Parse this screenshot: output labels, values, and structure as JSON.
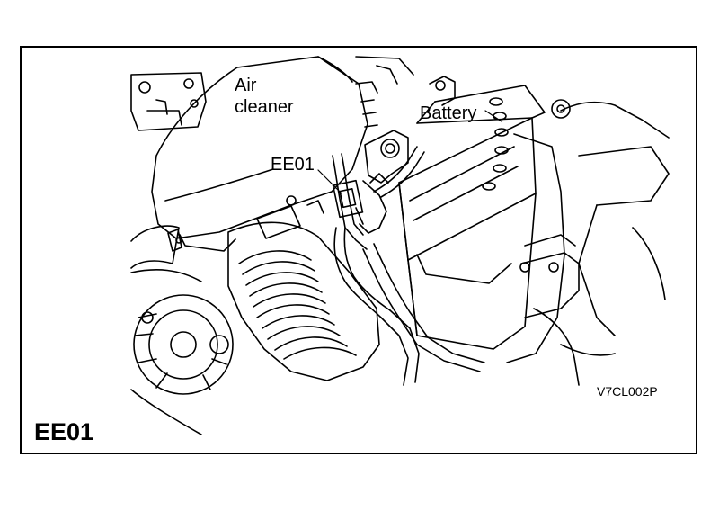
{
  "labels": {
    "air_cleaner_line1": "Air",
    "air_cleaner_line2": "cleaner",
    "battery": "Battery",
    "connector": "EE01",
    "figure_code": "V7CL002P",
    "connector_id": "EE01"
  }
}
